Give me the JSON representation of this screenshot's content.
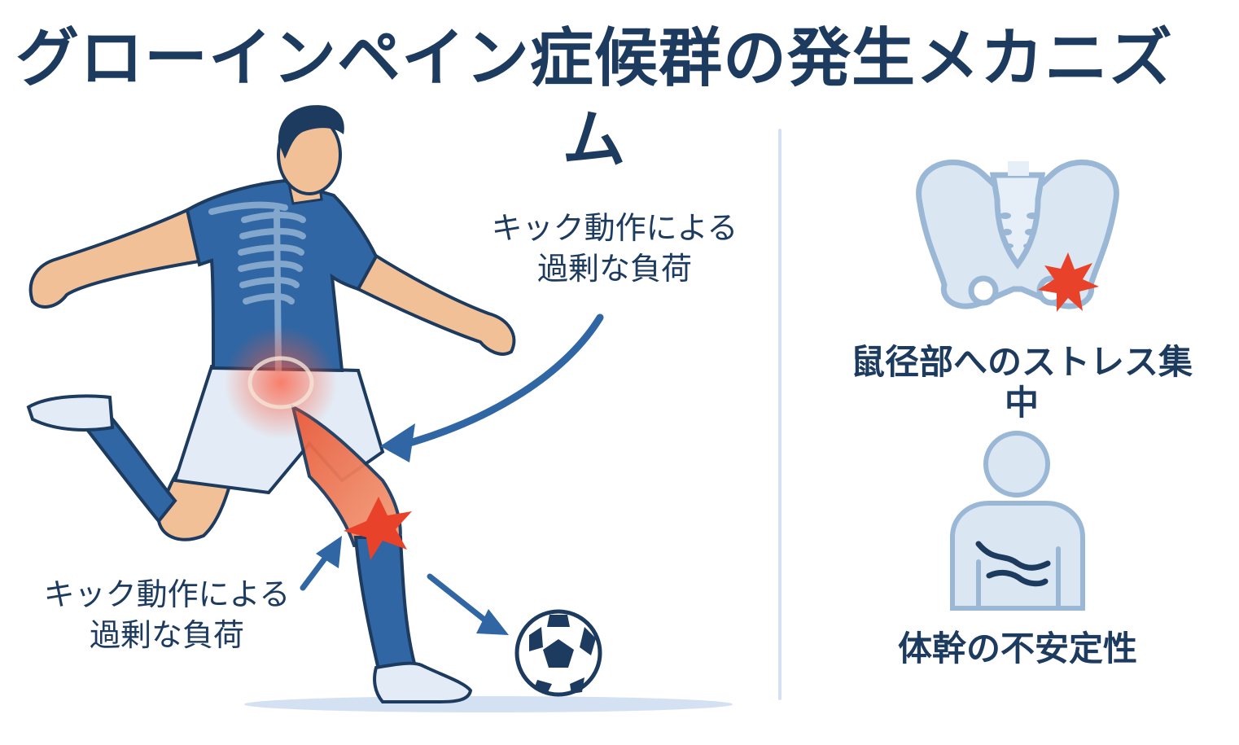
{
  "title": "グローインペイン症候群の発生メカニズム",
  "left_panel": {
    "annotation_top": {
      "line1": "キック動作による",
      "line2": "過剰な負荷"
    },
    "annotation_bottom": {
      "line1": "キック動作による",
      "line2": "過剰な負荷"
    },
    "figure": "soccer-player-kicking-with-skeleton-overlay",
    "pain_marker": "red-star-at-knee"
  },
  "right_panel": {
    "items": [
      {
        "icon": "pelvis-icon",
        "label": "鼠径部へのストレス集中"
      },
      {
        "icon": "torso-instability-icon",
        "label": "体幹の不安定性"
      }
    ]
  },
  "colors": {
    "title": "#1d3a5f",
    "jersey": "#2f66a3",
    "shorts": "#e3ecf6",
    "skin": "#f1c097",
    "pain": "#e8432a",
    "icon_fill": "#dbe6f3",
    "icon_stroke": "#9bb7d6",
    "divider": "#d4e1f2",
    "arrow": "#2f66a3"
  }
}
